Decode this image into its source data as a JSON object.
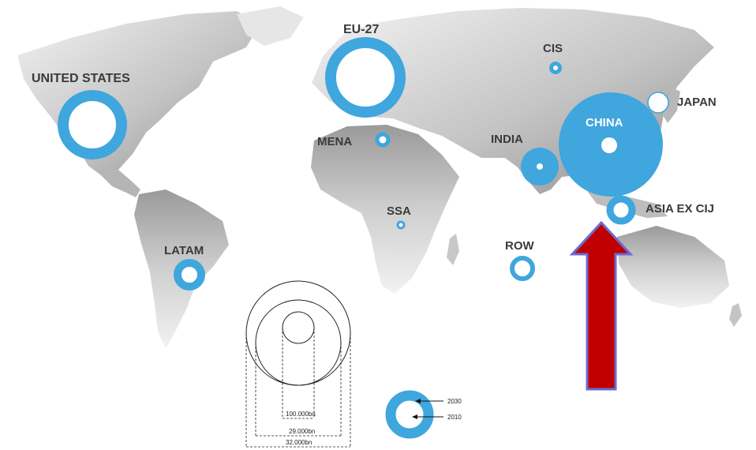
{
  "colors": {
    "land_light": "#efefef",
    "land_dark": "#8a8a8a",
    "bubble": "#3fa6de",
    "label": "#3a3a3a",
    "arrow_fill": "#c00000",
    "arrow_outline": "#6b6bd6"
  },
  "regions": [
    {
      "key": "us",
      "label": "UNITED STATES"
    },
    {
      "key": "eu",
      "label": "EU-27"
    },
    {
      "key": "cis",
      "label": "CIS"
    },
    {
      "key": "japan",
      "label": "JAPAN"
    },
    {
      "key": "china",
      "label": "CHINA"
    },
    {
      "key": "mena",
      "label": "MENA"
    },
    {
      "key": "india",
      "label": "INDIA"
    },
    {
      "key": "asia",
      "label": "ASIA EX CIJ"
    },
    {
      "key": "ssa",
      "label": "SSA"
    },
    {
      "key": "latam",
      "label": "LATAM"
    },
    {
      "key": "row",
      "label": "ROW"
    }
  ],
  "legend": {
    "scale_small": "100.000bn",
    "scale_mid": "29.000bn",
    "scale_large": "32.000bn",
    "year_outer": "2030",
    "year_inner": "2010"
  }
}
